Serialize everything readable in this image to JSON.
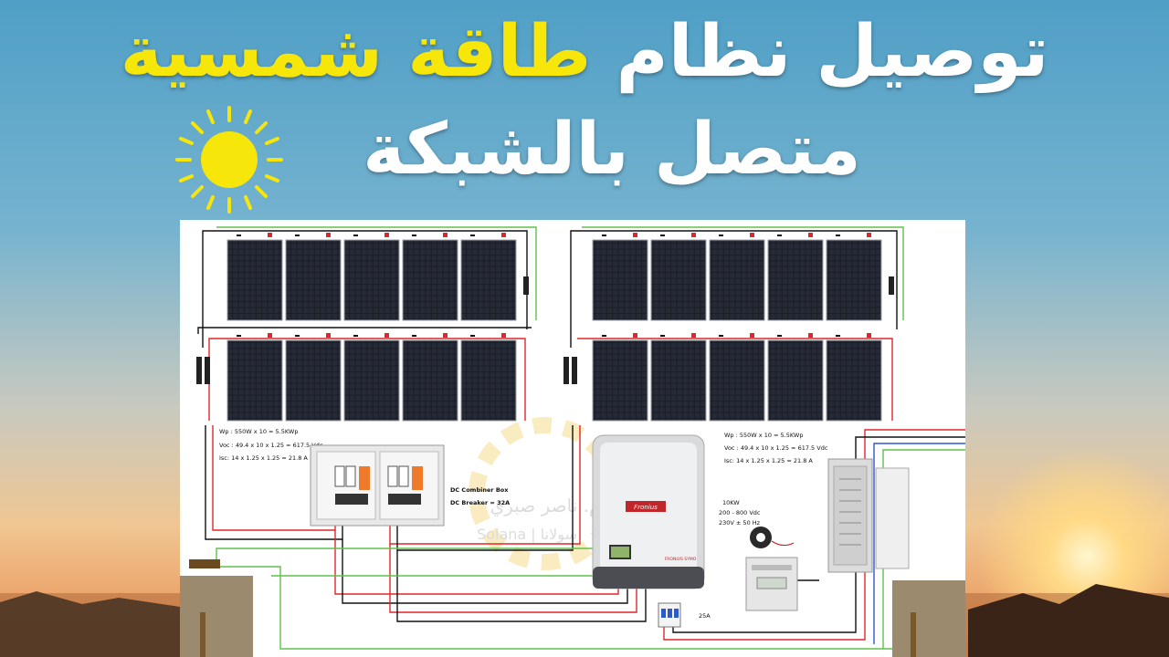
{
  "title": {
    "line1_part1": "توصيل نظام",
    "line1_part2": "طاقة شمسية",
    "line2": "متصل بالشبكة"
  },
  "diagram": {
    "left_array": {
      "wp": "Wp : 550W x 10 = 5.5KWp",
      "voc": "Voc : 49.4 x 10 x 1.25 = 617.5 Vdc",
      "isc": "Isc: 14 x 1.25 x 1.25 = 21.8 A"
    },
    "right_array": {
      "wp": "Wp : 550W x 10 = 5.5KWp",
      "voc": "Voc : 49.4 x 10 x 1.25 = 617.5 Vdc",
      "isc": "Isc: 14 x 1.25 x 1.25 = 21.8 A"
    },
    "combiner": {
      "name": "DC Combiner Box",
      "breaker": "DC Breaker = 32A"
    },
    "inverter": {
      "brand": "Fronius",
      "model": "FRONIUS SYMO",
      "rating": "10KW",
      "vdc": "200 - 800 Vdc",
      "vac": "230V ± 50 Hz"
    },
    "ac_breaker": "25A",
    "watermark": {
      "arabic": "م. ناصر صبري",
      "latin": "Solana | سولانا"
    }
  },
  "colors": {
    "title_white": "#ffffff",
    "title_yellow": "#f6e60a",
    "wire_red": "#e0262a",
    "wire_green": "#5ec24a",
    "wire_black": "#111111",
    "wire_blue": "#2d59c9",
    "sun": "#f6e60a"
  },
  "icons": [
    "sun-icon",
    "solar-panel-icon",
    "ground-rod-icon",
    "connector-icon"
  ]
}
